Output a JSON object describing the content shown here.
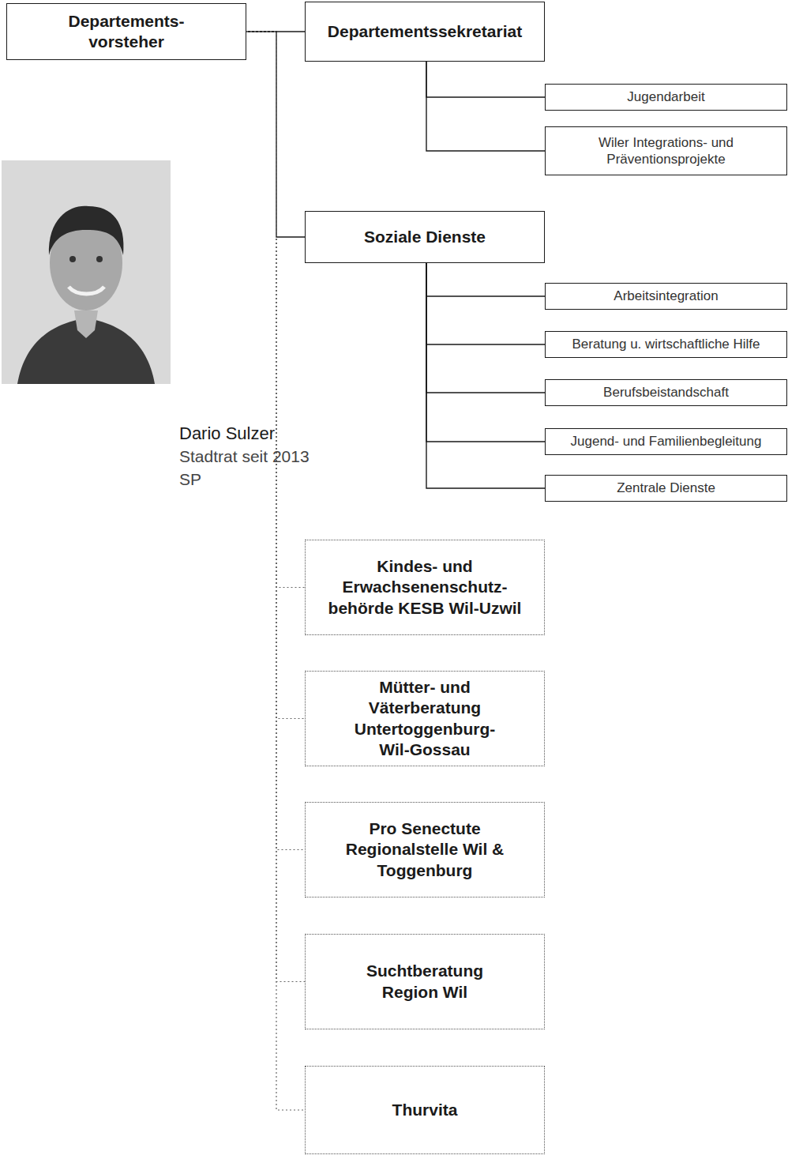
{
  "diagram": {
    "nodes": [
      {
        "text": [
          "Departements- vorsteher"
        ]
      },
      {
        "text": [
          "Departementssekretariat"
        ]
      },
      {
        "text": [
          "Jugendarbeit"
        ]
      },
      {
        "text": [
          "Wiler Integrations- und Präventionsprojekte"
        ]
      },
      {
        "text": [
          "Soziale Dienste"
        ]
      },
      {
        "text": [
          "Arbeitsintegration"
        ]
      },
      {
        "text": [
          "Beratung u. wirtschaftliche Hilfe"
        ]
      },
      {
        "text": [
          "Berufsbeistandschaft"
        ]
      },
      {
        "text": [
          "Jugend- und Familienbegleitung"
        ]
      },
      {
        "text": [
          "Zentrale Dienste"
        ]
      },
      {
        "text": [
          "Kindes- und Erwachsenenschutz- behörde KESB Wil-Uzwil"
        ]
      },
      {
        "text": [
          "Mütter- und Väterberatung Untertoggenburg- Wil-Gossau"
        ]
      },
      {
        "text": [
          "Pro Senectute Regionalstelle Wil & Toggenburg"
        ]
      },
      {
        "text": [
          "Suchtberatung Region Wil"
        ]
      },
      {
        "text": [
          "Thurvita"
        ]
      }
    ],
    "edges": [
      {
        "from": 0,
        "to": 1,
        "arrow": "none"
      },
      {
        "from": 0,
        "to": 4,
        "arrow": "none"
      },
      {
        "from": 1,
        "to": 2,
        "arrow": "none"
      },
      {
        "from": 1,
        "to": 3,
        "arrow": "none"
      },
      {
        "from": 4,
        "to": 5,
        "arrow": "none"
      },
      {
        "from": 4,
        "to": 6,
        "arrow": "none"
      },
      {
        "from": 4,
        "to": 7,
        "arrow": "none"
      },
      {
        "from": 4,
        "to": 8,
        "arrow": "none"
      },
      {
        "from": 4,
        "to": 9,
        "arrow": "none"
      },
      {
        "from": 0,
        "to": 10,
        "arrow": "none"
      },
      {
        "from": 0,
        "to": 11,
        "arrow": "none"
      },
      {
        "from": 0,
        "to": 12,
        "arrow": "none"
      },
      {
        "from": 0,
        "to": 13,
        "arrow": "none"
      },
      {
        "from": 0,
        "to": 14,
        "arrow": "none"
      }
    ],
    "labels": [
      "Dario Sulzer",
      "Stadtrat seit 2013",
      "SP"
    ]
  }
}
